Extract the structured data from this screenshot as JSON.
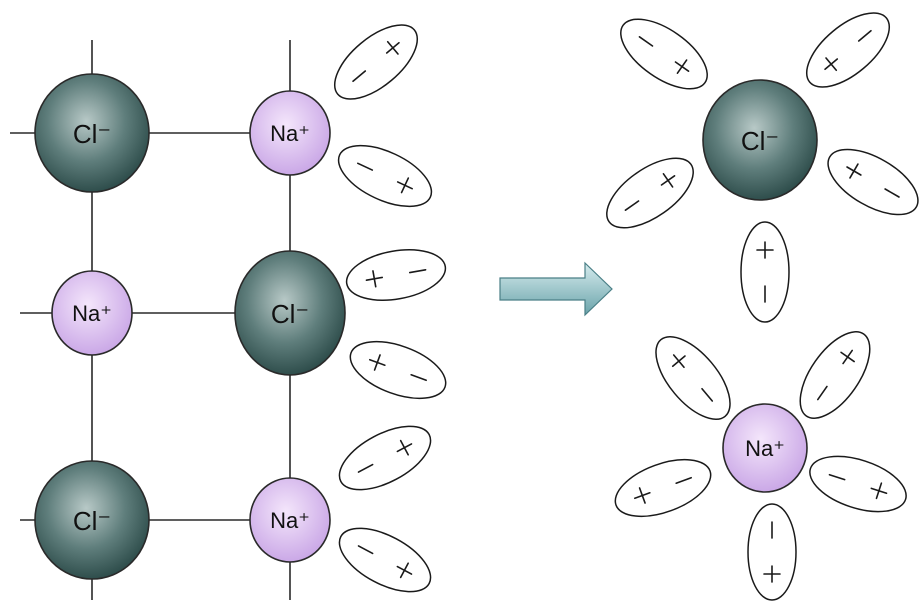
{
  "diagram": {
    "lattice_ions": [
      {
        "charge_label": "Cl⁻",
        "species": "chloride"
      },
      {
        "charge_label": "Na⁺",
        "species": "sodium"
      },
      {
        "charge_label": "Na⁺",
        "species": "sodium"
      },
      {
        "charge_label": "Cl⁻",
        "species": "chloride"
      },
      {
        "charge_label": "Cl⁻",
        "species": "chloride"
      },
      {
        "charge_label": "Na⁺",
        "species": "sodium"
      }
    ],
    "hydrated_ions": [
      {
        "charge_label": "Cl⁻",
        "species": "chloride"
      },
      {
        "charge_label": "Na⁺",
        "species": "sodium"
      }
    ],
    "colors": {
      "chloride_center": "#b8c9c7",
      "chloride_edge": "#2b4a48",
      "sodium_center": "#f0dcf8",
      "sodium_edge": "#c9a6e6",
      "arrow_light": "#d6ecee",
      "arrow_dark": "#6aa3aa"
    },
    "icons": [
      "arrow-right-icon"
    ]
  }
}
